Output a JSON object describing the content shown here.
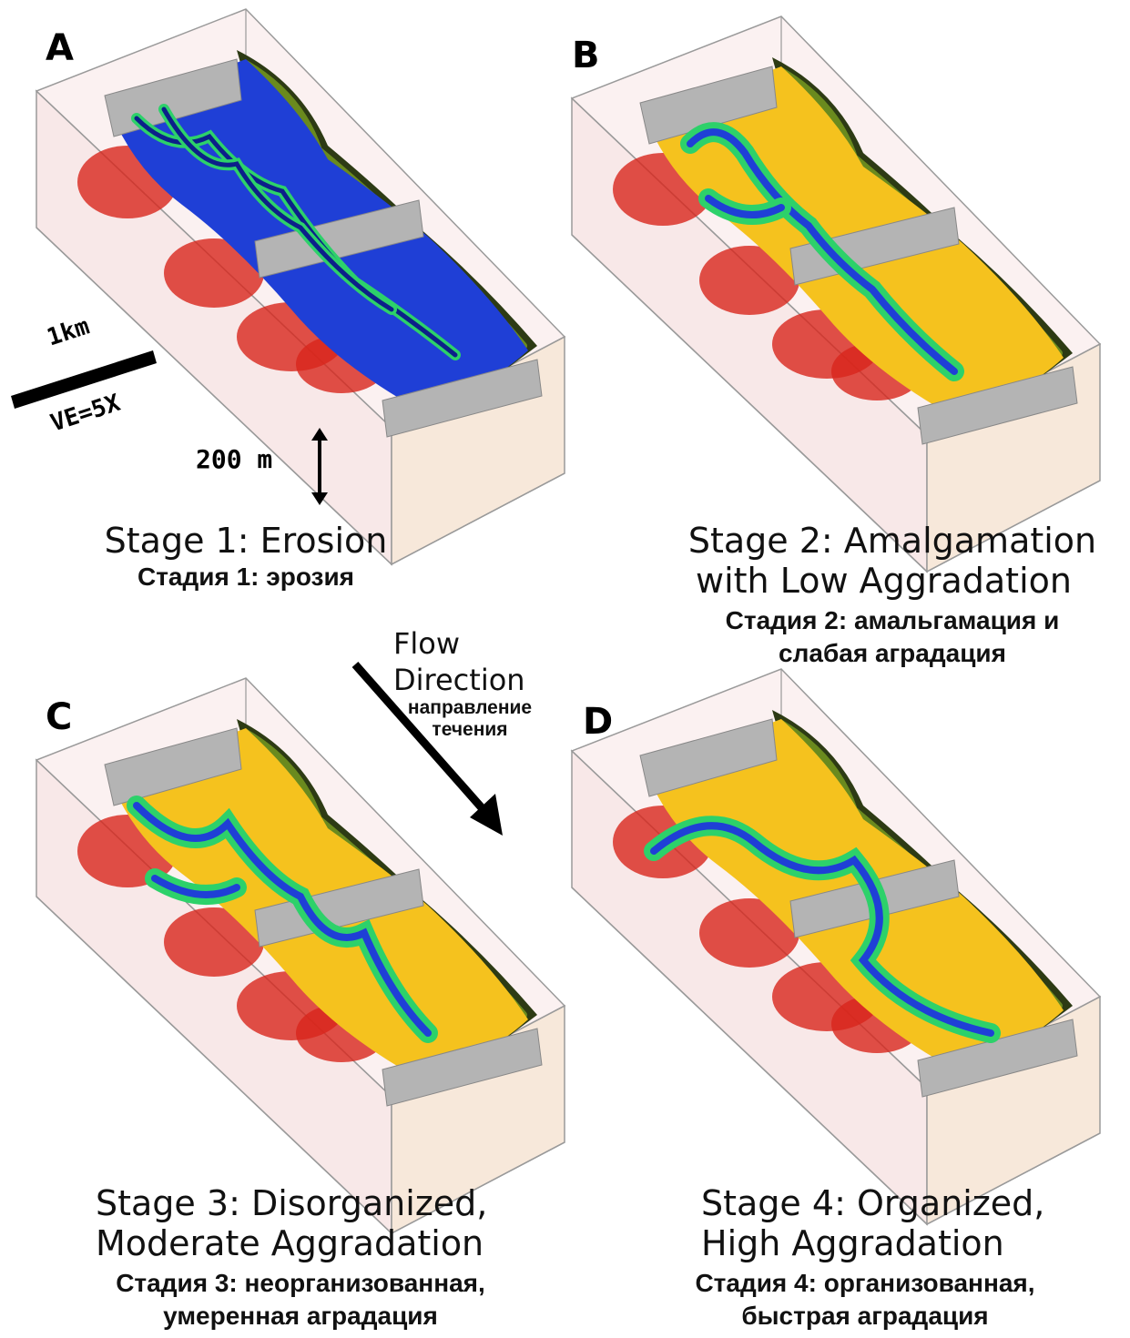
{
  "panels": [
    {
      "letter": "A",
      "stage_en_lines": [
        "Stage 1: Erosion"
      ],
      "stage_ru_lines": [
        "Стадия 1: эрозия"
      ]
    },
    {
      "letter": "B",
      "stage_en_lines": [
        "Stage 2: Amalgamation",
        "with Low Aggradation"
      ],
      "stage_ru_lines": [
        "Стадия 2: амальгамация и",
        "слабая аградация"
      ]
    },
    {
      "letter": "C",
      "stage_en_lines": [
        "Stage 3: Disorganized,",
        "Moderate Aggradation"
      ],
      "stage_ru_lines": [
        "Стадия 3: неорганизованная,",
        "умеренная аградация"
      ]
    },
    {
      "letter": "D",
      "stage_en_lines": [
        "Stage 4: Organized,",
        "High Aggradation"
      ],
      "stage_ru_lines": [
        "Стадия 4: организованная,",
        "быстрая аградация"
      ]
    }
  ],
  "flow": {
    "en_line1": "Flow",
    "en_line2": "Direction",
    "ru_line1": "направление",
    "ru_line2": "течения"
  },
  "scale": {
    "length": "1km",
    "exaggeration": "VE=5X",
    "depth": "200 m"
  },
  "colors": {
    "channel_blue": "#1f3fd6",
    "channel_green": "#2dd16a",
    "floodplain_yellow": "#f5c21e",
    "bank_red": "#d8261c",
    "wall_dark": "#2d3b14",
    "box_fill": "#f6e6d6",
    "box_pink": "#f3d6d6",
    "box_edge": "#9a9a9a"
  }
}
